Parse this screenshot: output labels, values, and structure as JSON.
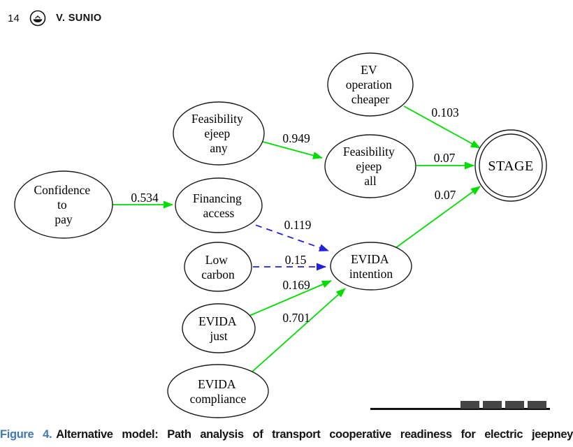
{
  "header": {
    "page_number": "14",
    "logo_icon": "taylor-francis-lamp-icon",
    "running_author": "V. SUNIO"
  },
  "colors": {
    "positive_path_green": "#00dd00",
    "nonsignificant_path_blue": "#2222dd",
    "caption_accent_blue": "#4179b5",
    "node_stroke": "#1a1a1a"
  },
  "diagram": {
    "description": "Path analysis diagram with latent variables in ellipses, outcome STAGE in a double circle, green solid arrows and blue dashed arrows labeled with path coefficients",
    "nodes": [
      {
        "id": "ev-operation-cheaper",
        "lines": [
          "EV",
          "operation",
          "cheaper"
        ]
      },
      {
        "id": "feasibility-ejeep-any",
        "lines": [
          "Feasibility",
          "ejeep",
          "any"
        ]
      },
      {
        "id": "feasibility-ejeep-all",
        "lines": [
          "Feasibility",
          "ejeep",
          "all"
        ]
      },
      {
        "id": "stage",
        "lines": [
          "STAGE"
        ]
      },
      {
        "id": "confidence-to-pay",
        "lines": [
          "Confidence",
          "to",
          "pay"
        ]
      },
      {
        "id": "financing-access",
        "lines": [
          "Financing",
          "access"
        ]
      },
      {
        "id": "low-carbon",
        "lines": [
          "Low",
          "carbon"
        ]
      },
      {
        "id": "evida-intention",
        "lines": [
          "EVIDA",
          "intention"
        ]
      },
      {
        "id": "evida-just",
        "lines": [
          "EVIDA",
          "just"
        ]
      },
      {
        "id": "evida-compliance",
        "lines": [
          "EVIDA",
          "compliance"
        ]
      }
    ],
    "edges": [
      {
        "from": "EV operation cheaper",
        "to": "STAGE",
        "coef": "0.103",
        "style": "solid-green"
      },
      {
        "from": "Feasibility ejeep any",
        "to": "Feasibility ejeep all",
        "coef": "0.949",
        "style": "solid-green"
      },
      {
        "from": "Feasibility ejeep all",
        "to": "STAGE",
        "coef": "0.07",
        "style": "solid-green"
      },
      {
        "from": "Confidence to pay",
        "to": "Financing access",
        "coef": "0.534",
        "style": "solid-green"
      },
      {
        "from": "Financing access",
        "to": "EVIDA intention",
        "coef": "0.119",
        "style": "dashed-blue"
      },
      {
        "from": "Low carbon",
        "to": "EVIDA intention",
        "coef": "0.15",
        "style": "dashed-blue"
      },
      {
        "from": "EVIDA just",
        "to": "EVIDA intention",
        "coef": "0.169",
        "style": "solid-green"
      },
      {
        "from": "EVIDA compliance",
        "to": "EVIDA intention",
        "coef": "0.701",
        "style": "solid-green"
      },
      {
        "from": "EVIDA intention",
        "to": "STAGE",
        "coef": "0.07",
        "style": "solid-green"
      }
    ]
  },
  "caption": {
    "label": "Figure 4.",
    "text": "Alternative model: Path analysis of transport cooperative readiness for electric jeepney"
  }
}
